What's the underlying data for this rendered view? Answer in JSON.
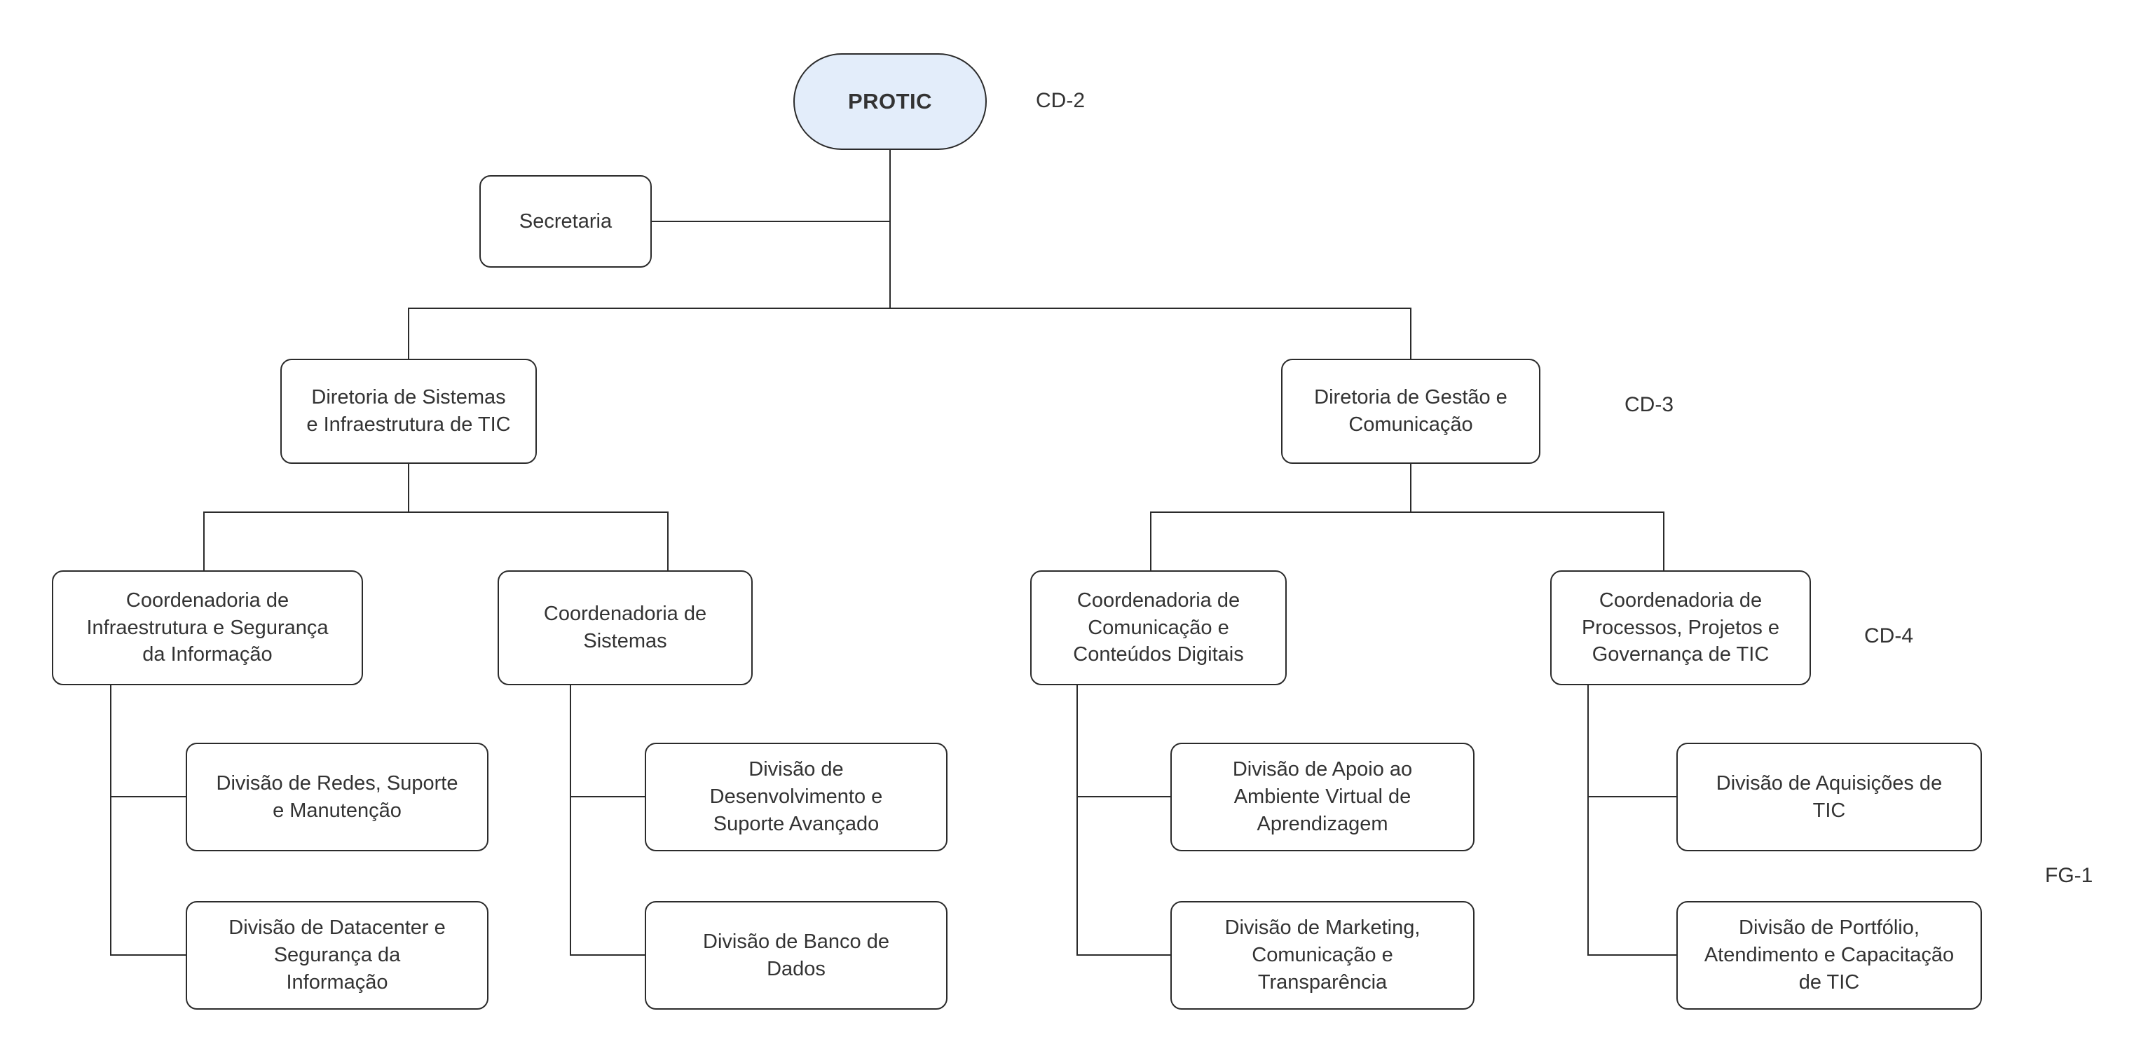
{
  "diagram": {
    "type": "org-chart",
    "nodes": {
      "protic": {
        "lines": [
          "PROTIC"
        ]
      },
      "secretaria": {
        "lines": [
          "Secretaria"
        ]
      },
      "dir_sistemas": {
        "lines": [
          "Diretoria de Sistemas",
          "e Infraestrutura de TIC"
        ]
      },
      "dir_gestao": {
        "lines": [
          "Diretoria de Gestão e",
          "Comunicação"
        ]
      },
      "coord_infra": {
        "lines": [
          "Coordenadoria de",
          "Infraestrutura e Segurança",
          "da Informação"
        ]
      },
      "coord_sistemas": {
        "lines": [
          "Coordenadoria de",
          "Sistemas"
        ]
      },
      "coord_comunicacao": {
        "lines": [
          "Coordenadoria de",
          "Comunicação e",
          "Conteúdos Digitais"
        ]
      },
      "coord_processos": {
        "lines": [
          "Coordenadoria de",
          "Processos, Projetos e",
          "Governança de TIC"
        ]
      },
      "div_redes": {
        "lines": [
          "Divisão de Redes, Suporte",
          "e Manutenção"
        ]
      },
      "div_datacenter": {
        "lines": [
          "Divisão de Datacenter e",
          "Segurança da",
          "Informação"
        ]
      },
      "div_desenvolvimento": {
        "lines": [
          "Divisão de",
          "Desenvolvimento e",
          "Suporte Avançado"
        ]
      },
      "div_banco": {
        "lines": [
          "Divisão de Banco de",
          "Dados"
        ]
      },
      "div_apoio": {
        "lines": [
          "Divisão de Apoio ao",
          "Ambiente Virtual de",
          "Aprendizagem"
        ]
      },
      "div_marketing": {
        "lines": [
          "Divisão de Marketing,",
          "Comunicação e",
          "Transparência"
        ]
      },
      "div_aquisicoes": {
        "lines": [
          "Divisão de Aquisições de",
          "TIC"
        ]
      },
      "div_portfolio": {
        "lines": [
          "Divisão de Portfólio,",
          "Atendimento e Capacitação",
          "de TIC"
        ]
      }
    },
    "side_labels": {
      "cd2": "CD-2",
      "cd3": "CD-3",
      "cd4": "CD-4",
      "fg1": "FG-1"
    },
    "colors": {
      "background": "#ffffff",
      "box_fill": "#ffffff",
      "root_fill": "#e3edfa",
      "border": "#2b2b2b",
      "line": "#2b2b2b",
      "text": "#333333"
    }
  }
}
